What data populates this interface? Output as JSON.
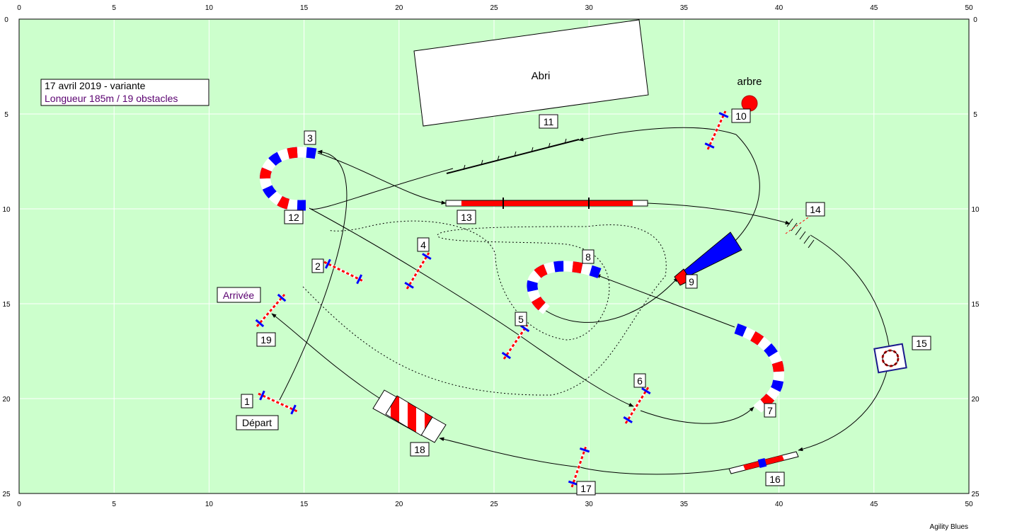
{
  "header": {
    "date_line": "17 avril 2019 - variante",
    "length_line": "Longueur 185m / 19 obstacles"
  },
  "axis": {
    "x_ticks": [
      "0",
      "5",
      "10",
      "15",
      "20",
      "25",
      "30",
      "35",
      "40",
      "45",
      "50"
    ],
    "y_ticks": [
      "0",
      "5",
      "10",
      "15",
      "20",
      "25"
    ]
  },
  "labels": {
    "shelter": "Abri",
    "tree": "arbre",
    "start": "Départ",
    "finish": "Arrivée",
    "software": "Agility Blues"
  },
  "obstacles": {
    "n1": "1",
    "n2": "2",
    "n3": "3",
    "n4": "4",
    "n5": "5",
    "n6": "6",
    "n7": "7",
    "n8": "8",
    "n9": "9",
    "n10": "10",
    "n11": "11",
    "n12": "12",
    "n13": "13",
    "n14": "14",
    "n15": "15",
    "n16": "16",
    "n17": "17",
    "n18": "18",
    "n19": "19"
  },
  "colors": {
    "field": "#ccffcc",
    "grid": "#ffffff",
    "red": "#ff0000",
    "blue": "#0000ff",
    "tree": "#ff0000",
    "purple_text": "#5a0070"
  }
}
